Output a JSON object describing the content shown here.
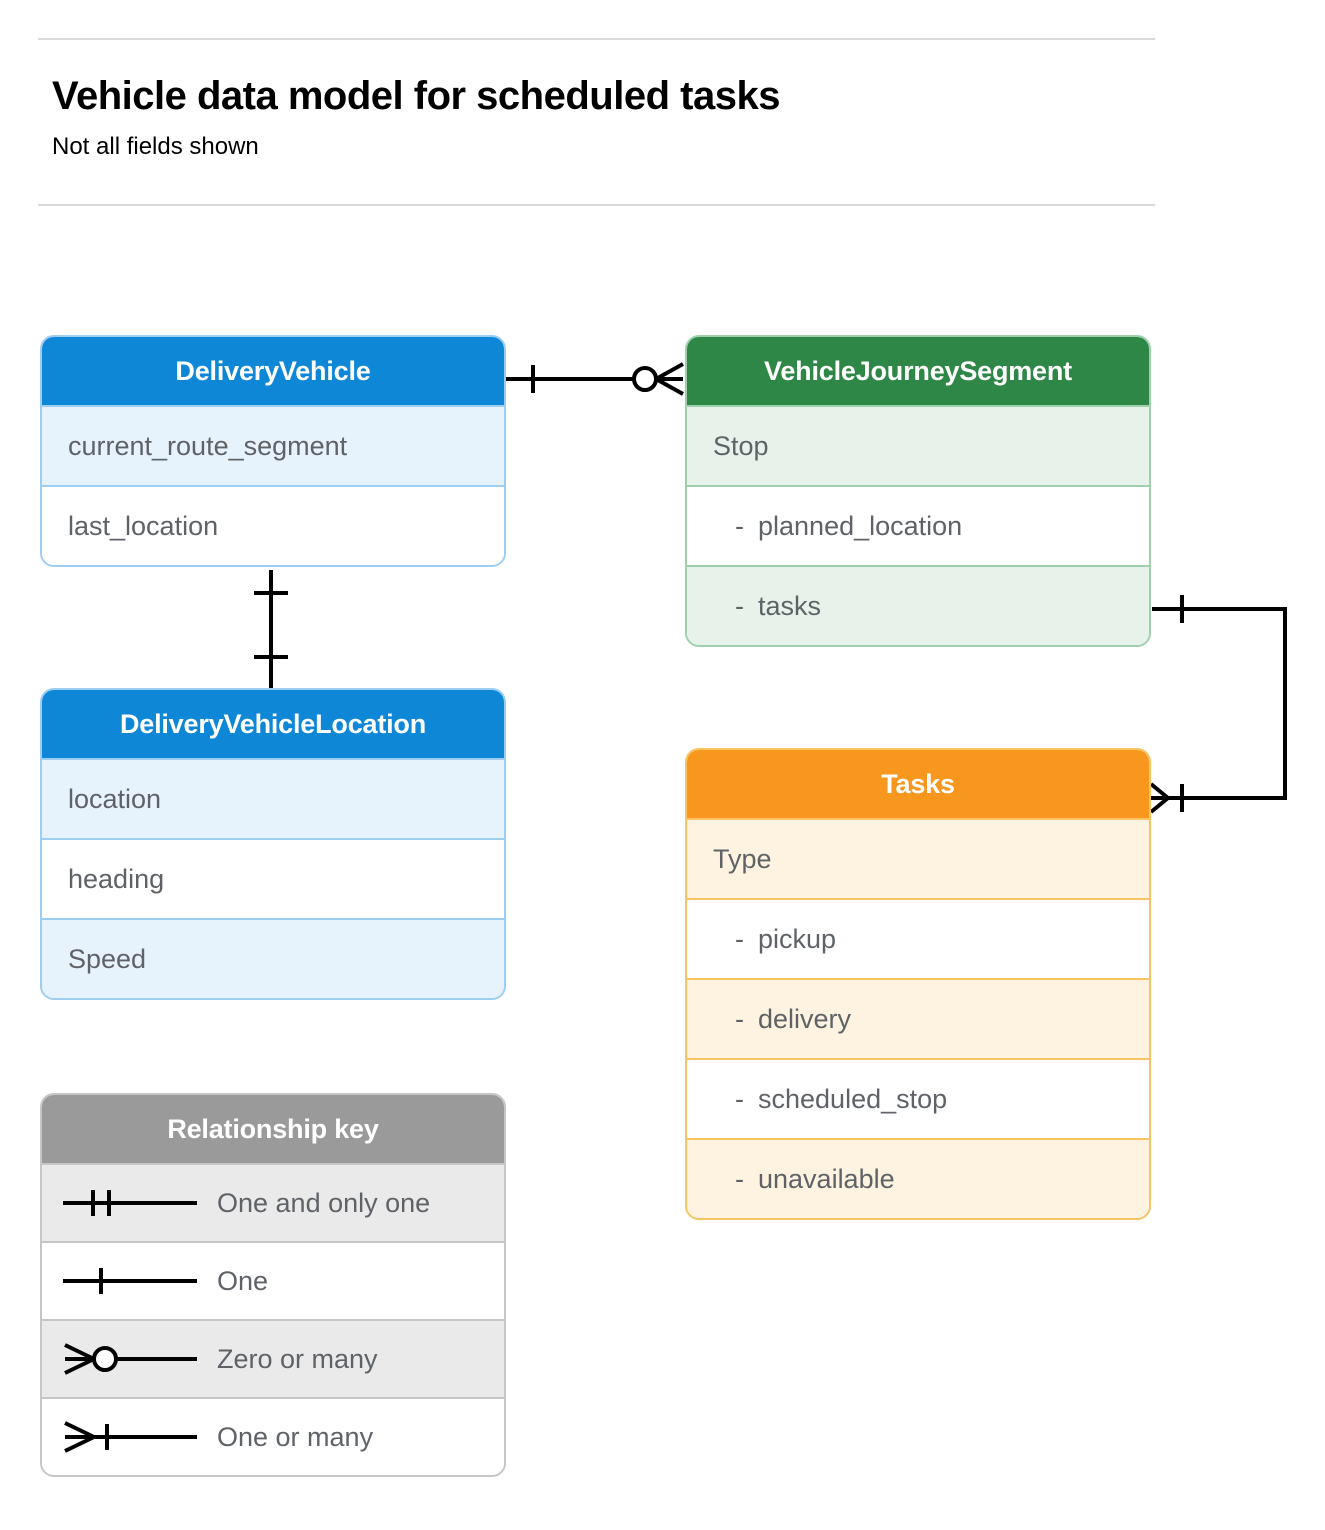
{
  "header": {
    "title": "Vehicle data model for scheduled tasks",
    "subtitle": "Not all fields shown"
  },
  "colors": {
    "blue_header": "#0e87d6",
    "blue_row_alt": "#e6f2fc",
    "blue_border": "#9ecdf2",
    "green_header": "#2e8746",
    "green_row_alt": "#e7f3ea",
    "green_border": "#9ed0ac",
    "orange_header": "#f8971d",
    "orange_row_alt": "#fdf3e0",
    "orange_border": "#f8c462",
    "gray_header": "#9a9a9a",
    "gray_row_alt": "#eaeaea",
    "gray_border": "#c6c6c6",
    "text": "#5f6368",
    "rule": "#d9d9d9",
    "connector": "#000000"
  },
  "entities": {
    "delivery_vehicle": {
      "title": "DeliveryVehicle",
      "rows": [
        {
          "label": "current_route_segment",
          "indent": false
        },
        {
          "label": "last_location",
          "indent": false
        }
      ]
    },
    "delivery_vehicle_location": {
      "title": "DeliveryVehicleLocation",
      "rows": [
        {
          "label": "location",
          "indent": false
        },
        {
          "label": "heading",
          "indent": false
        },
        {
          "label": "Speed",
          "indent": false
        }
      ]
    },
    "vehicle_journey_segment": {
      "title": "VehicleJourneySegment",
      "rows": [
        {
          "label": "Stop",
          "indent": false
        },
        {
          "dash": "-",
          "label": "planned_location",
          "indent": true
        },
        {
          "dash": "-",
          "label": "tasks",
          "indent": true
        }
      ]
    },
    "tasks": {
      "title": "Tasks",
      "rows": [
        {
          "label": "Type",
          "indent": false
        },
        {
          "dash": "-",
          "label": "pickup",
          "indent": true
        },
        {
          "dash": "-",
          "label": "delivery",
          "indent": true
        },
        {
          "dash": "-",
          "label": "scheduled_stop",
          "indent": true
        },
        {
          "dash": "-",
          "label": "unavailable",
          "indent": true
        }
      ]
    }
  },
  "legend": {
    "title": "Relationship key",
    "items": [
      {
        "label": "One and only one",
        "symbol": "one-and-only-one-symbol"
      },
      {
        "label": "One",
        "symbol": "one-symbol"
      },
      {
        "label": "Zero or many",
        "symbol": "zero-or-many-symbol"
      },
      {
        "label": "One or many",
        "symbol": "one-or-many-symbol"
      }
    ]
  },
  "relationships": [
    {
      "name": "delivery-vehicle-to-vehicle-journey-segment",
      "from": "DeliveryVehicle",
      "to": "VehicleJourneySegment",
      "from_cardinality": "One",
      "to_cardinality": "Zero or many"
    },
    {
      "name": "delivery-vehicle-to-delivery-vehicle-location",
      "from": "DeliveryVehicle",
      "to": "DeliveryVehicleLocation",
      "from_cardinality": "One",
      "to_cardinality": "One"
    },
    {
      "name": "vehicle-journey-segment-tasks-to-tasks",
      "from": "VehicleJourneySegment.tasks",
      "to": "Tasks",
      "from_cardinality": "One",
      "to_cardinality": "One or many"
    }
  ]
}
